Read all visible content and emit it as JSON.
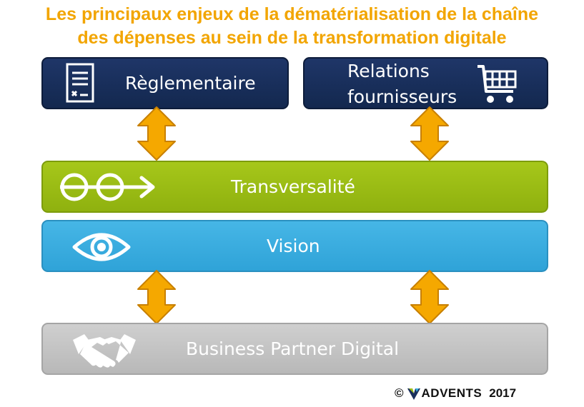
{
  "title": {
    "line1": "Les principaux enjeux de la dématérialisation de la chaîne",
    "line2": "des dépenses au sein de la transformation digitale"
  },
  "boxes": {
    "reglementaire": {
      "label": "Règlementaire",
      "icon": "document-icon"
    },
    "relations": {
      "label_line1": "Relations",
      "label_line2": "fournisseurs",
      "icon": "shopping-cart-icon"
    },
    "transversalite": {
      "label": "Transversalité",
      "icon": "process-flow-icon"
    },
    "vision": {
      "label": "Vision",
      "icon": "eye-icon"
    },
    "business": {
      "label": "Business Partner Digital",
      "icon": "handshake-icon"
    }
  },
  "footer": {
    "copyright": "©",
    "brand": "ADVENTS",
    "year": "2017"
  },
  "colors": {
    "title": "#f2a500",
    "dark_box": "#1a2f5c",
    "green_box": "#9ec015",
    "blue_box": "#3aaee0",
    "grey_box": "#c4c4c4",
    "arrow": "#f5a800"
  }
}
